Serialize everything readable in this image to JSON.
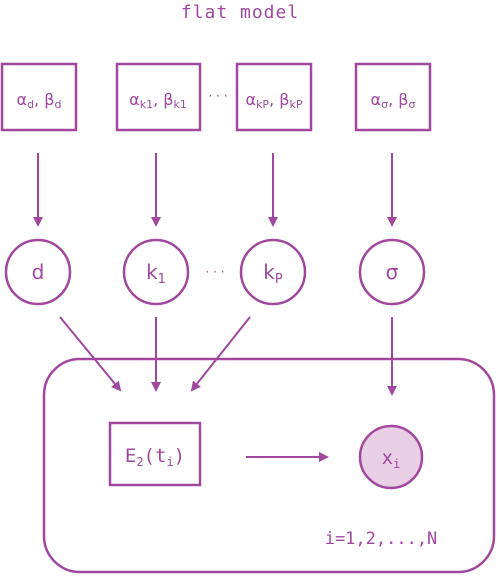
{
  "diagram": {
    "title": "flat model",
    "colors": {
      "stroke": "#a0489e",
      "text": "#a0489e",
      "observed_fill": "#e9cfe6"
    },
    "priors": {
      "d": {
        "sym": "α",
        "sub1": "d",
        "sep": ", ",
        "sym2": "β",
        "sub2": "d"
      },
      "k1": {
        "sym": "α",
        "sub1": "k1",
        "sep": ", ",
        "sym2": "β",
        "sub2": "k1"
      },
      "ellipsis": "· · ·",
      "kP": {
        "sym": "α",
        "sub1": "kP",
        "sep": ", ",
        "sym2": "β",
        "sub2": "kP"
      },
      "sigma": {
        "sym": "α",
        "sub1": "σ",
        "sep": ", ",
        "sym2": "β",
        "sub2": "σ"
      }
    },
    "latents": {
      "d": "d",
      "k1": {
        "main": "k",
        "sub": "1"
      },
      "ellipsis": "· · ·",
      "kP": {
        "main": "k",
        "sub": "P"
      },
      "sigma": "σ"
    },
    "plate": {
      "E2": {
        "main": "E",
        "sub": "2",
        "arg_open": "(t",
        "arg_sub": "i",
        "arg_close": ")"
      },
      "x": {
        "main": "x",
        "sub": "i"
      },
      "index_label": "i=1,2,...,N"
    }
  }
}
